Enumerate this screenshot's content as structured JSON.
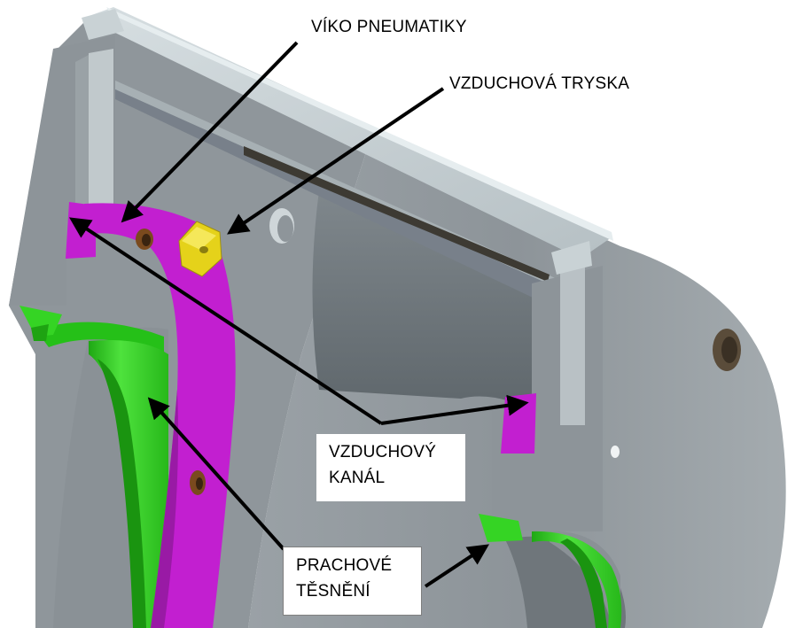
{
  "labels": {
    "cap": "VÍKO PNEUMATIKY",
    "nozzle": "VZDUCHOVÁ TRYSKA",
    "channel_line1": "VZDUCHOVÝ",
    "channel_line2": "KANÁL",
    "seal_line1": "PRACHOVÉ",
    "seal_line2": "TĚSNĚNÍ"
  },
  "colors": {
    "body": "#8e959a",
    "body_dark": "#6f767b",
    "body_light": "#b9c1c5",
    "top_face": "#c9d3d6",
    "air_channel": "#c21fd0",
    "seal": "#2fd11f",
    "nozzle": "#e5d21a",
    "arrow": "#000000"
  }
}
